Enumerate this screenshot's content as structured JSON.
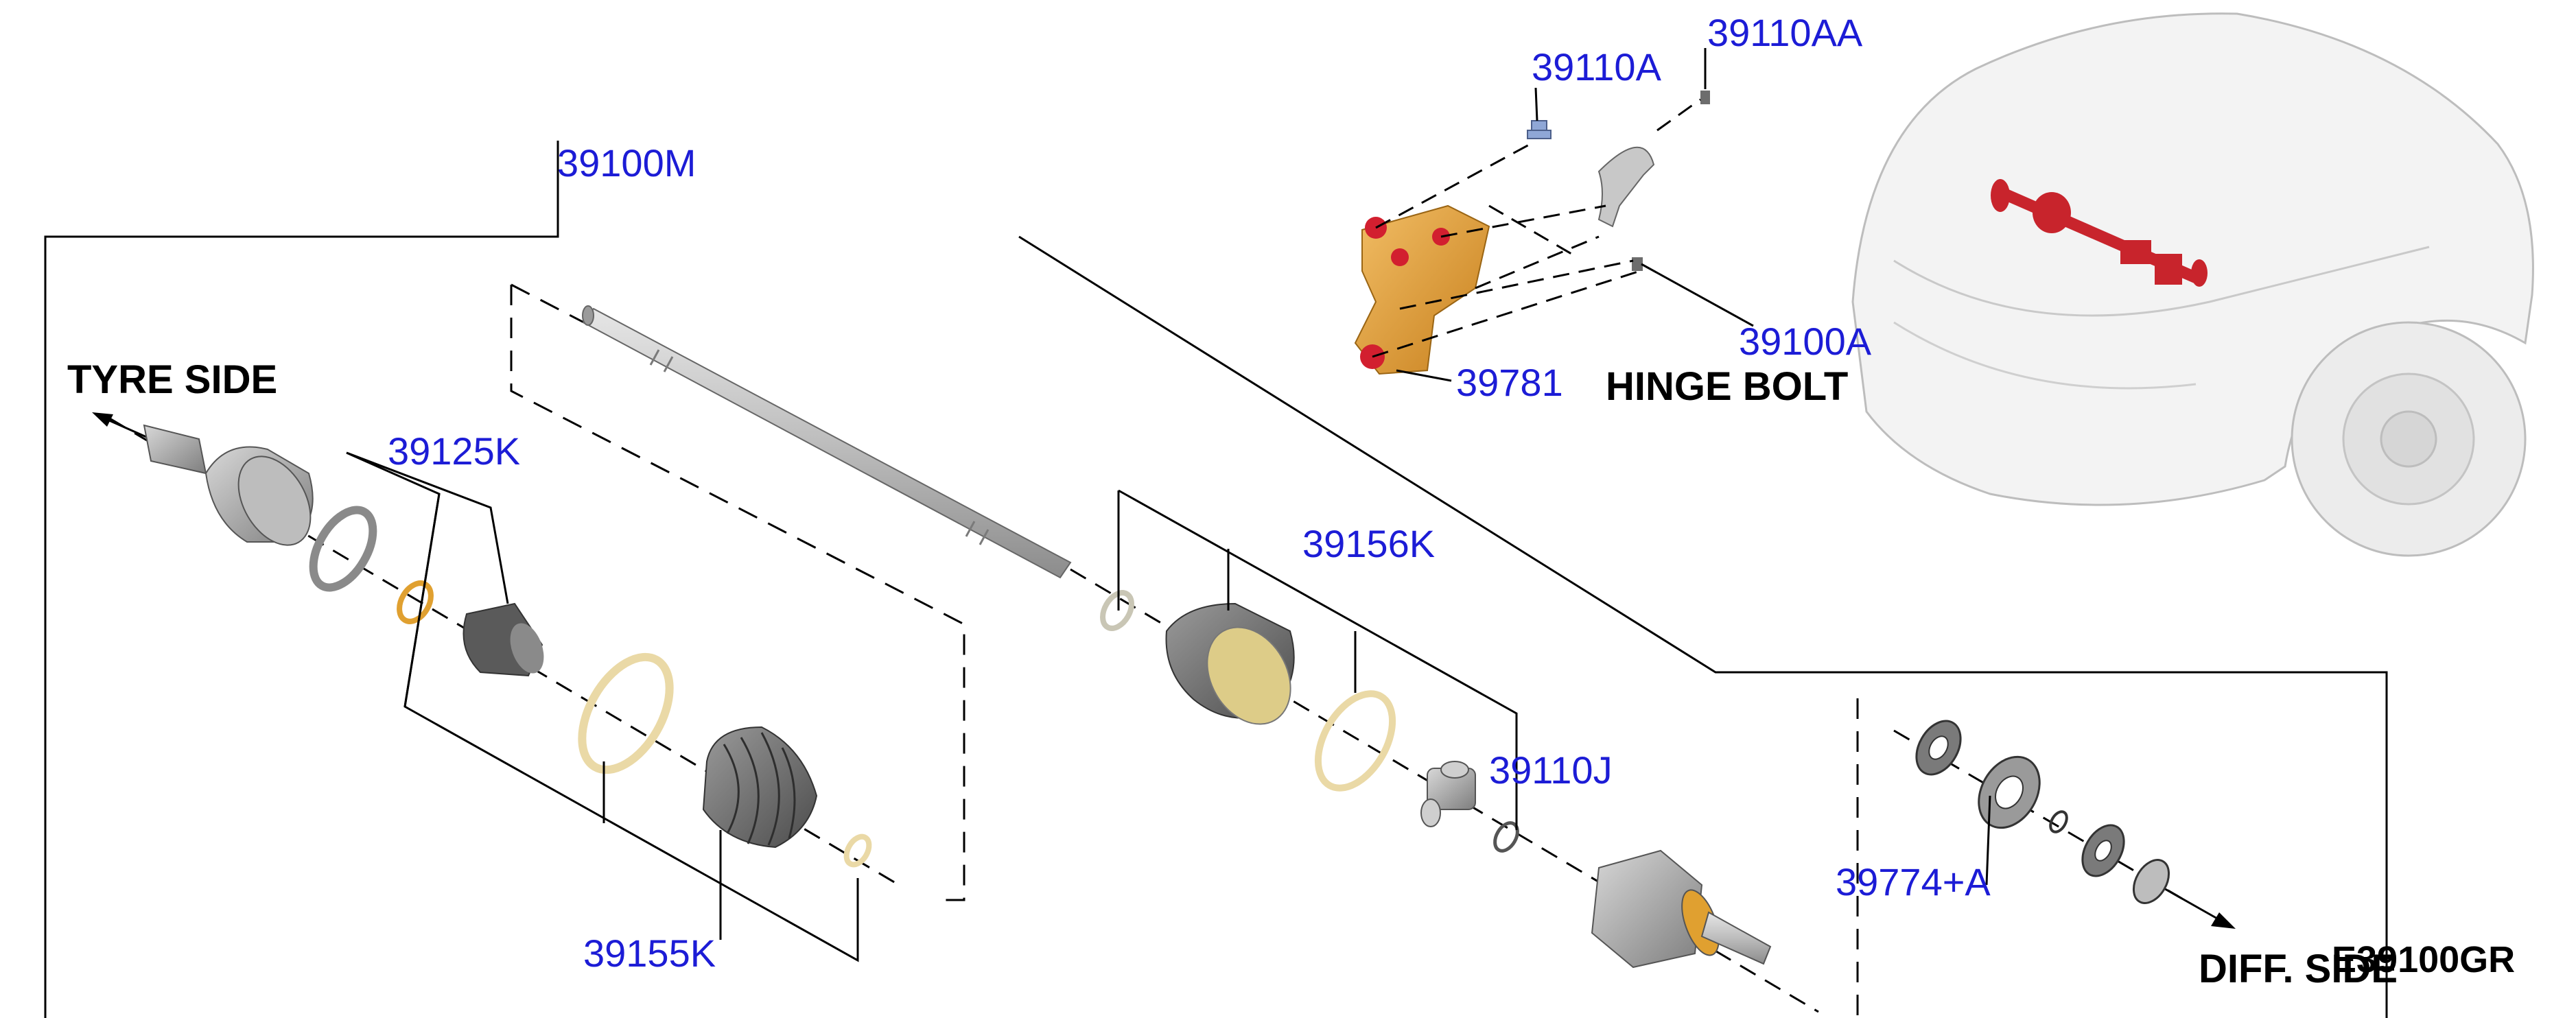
{
  "part_numbers": {
    "shaft_assembly": "39100M",
    "bracket_bolt": "39110A",
    "bracket_bolt_2": "39110AA",
    "hinge_bolt_no": "39100A",
    "bracket": "39781",
    "outer_joint_kit": "39125K",
    "inner_joint_kit": "39156K",
    "outer_boot_kit": "39155K",
    "spider_kit": "39110J",
    "bearing_kit": "39774+A"
  },
  "captions": {
    "tyre_side": "TYRE SIDE",
    "diff_side": "DIFF. SIDE",
    "hinge_bolt": "HINGE BOLT"
  },
  "diagram_ref": "E39100GR",
  "colors": {
    "callout_text": "#1c1cd6",
    "bracket": "#e9a23b",
    "bracket_holes": "#d21f2f",
    "highlight_shaft": "#c8242c",
    "part_grey": "#a9a9a9",
    "ring_yellow": "#ead9a6",
    "ring_orange": "#e0a030"
  },
  "icons": [
    "arrow-left-icon",
    "arrow-right-icon"
  ]
}
